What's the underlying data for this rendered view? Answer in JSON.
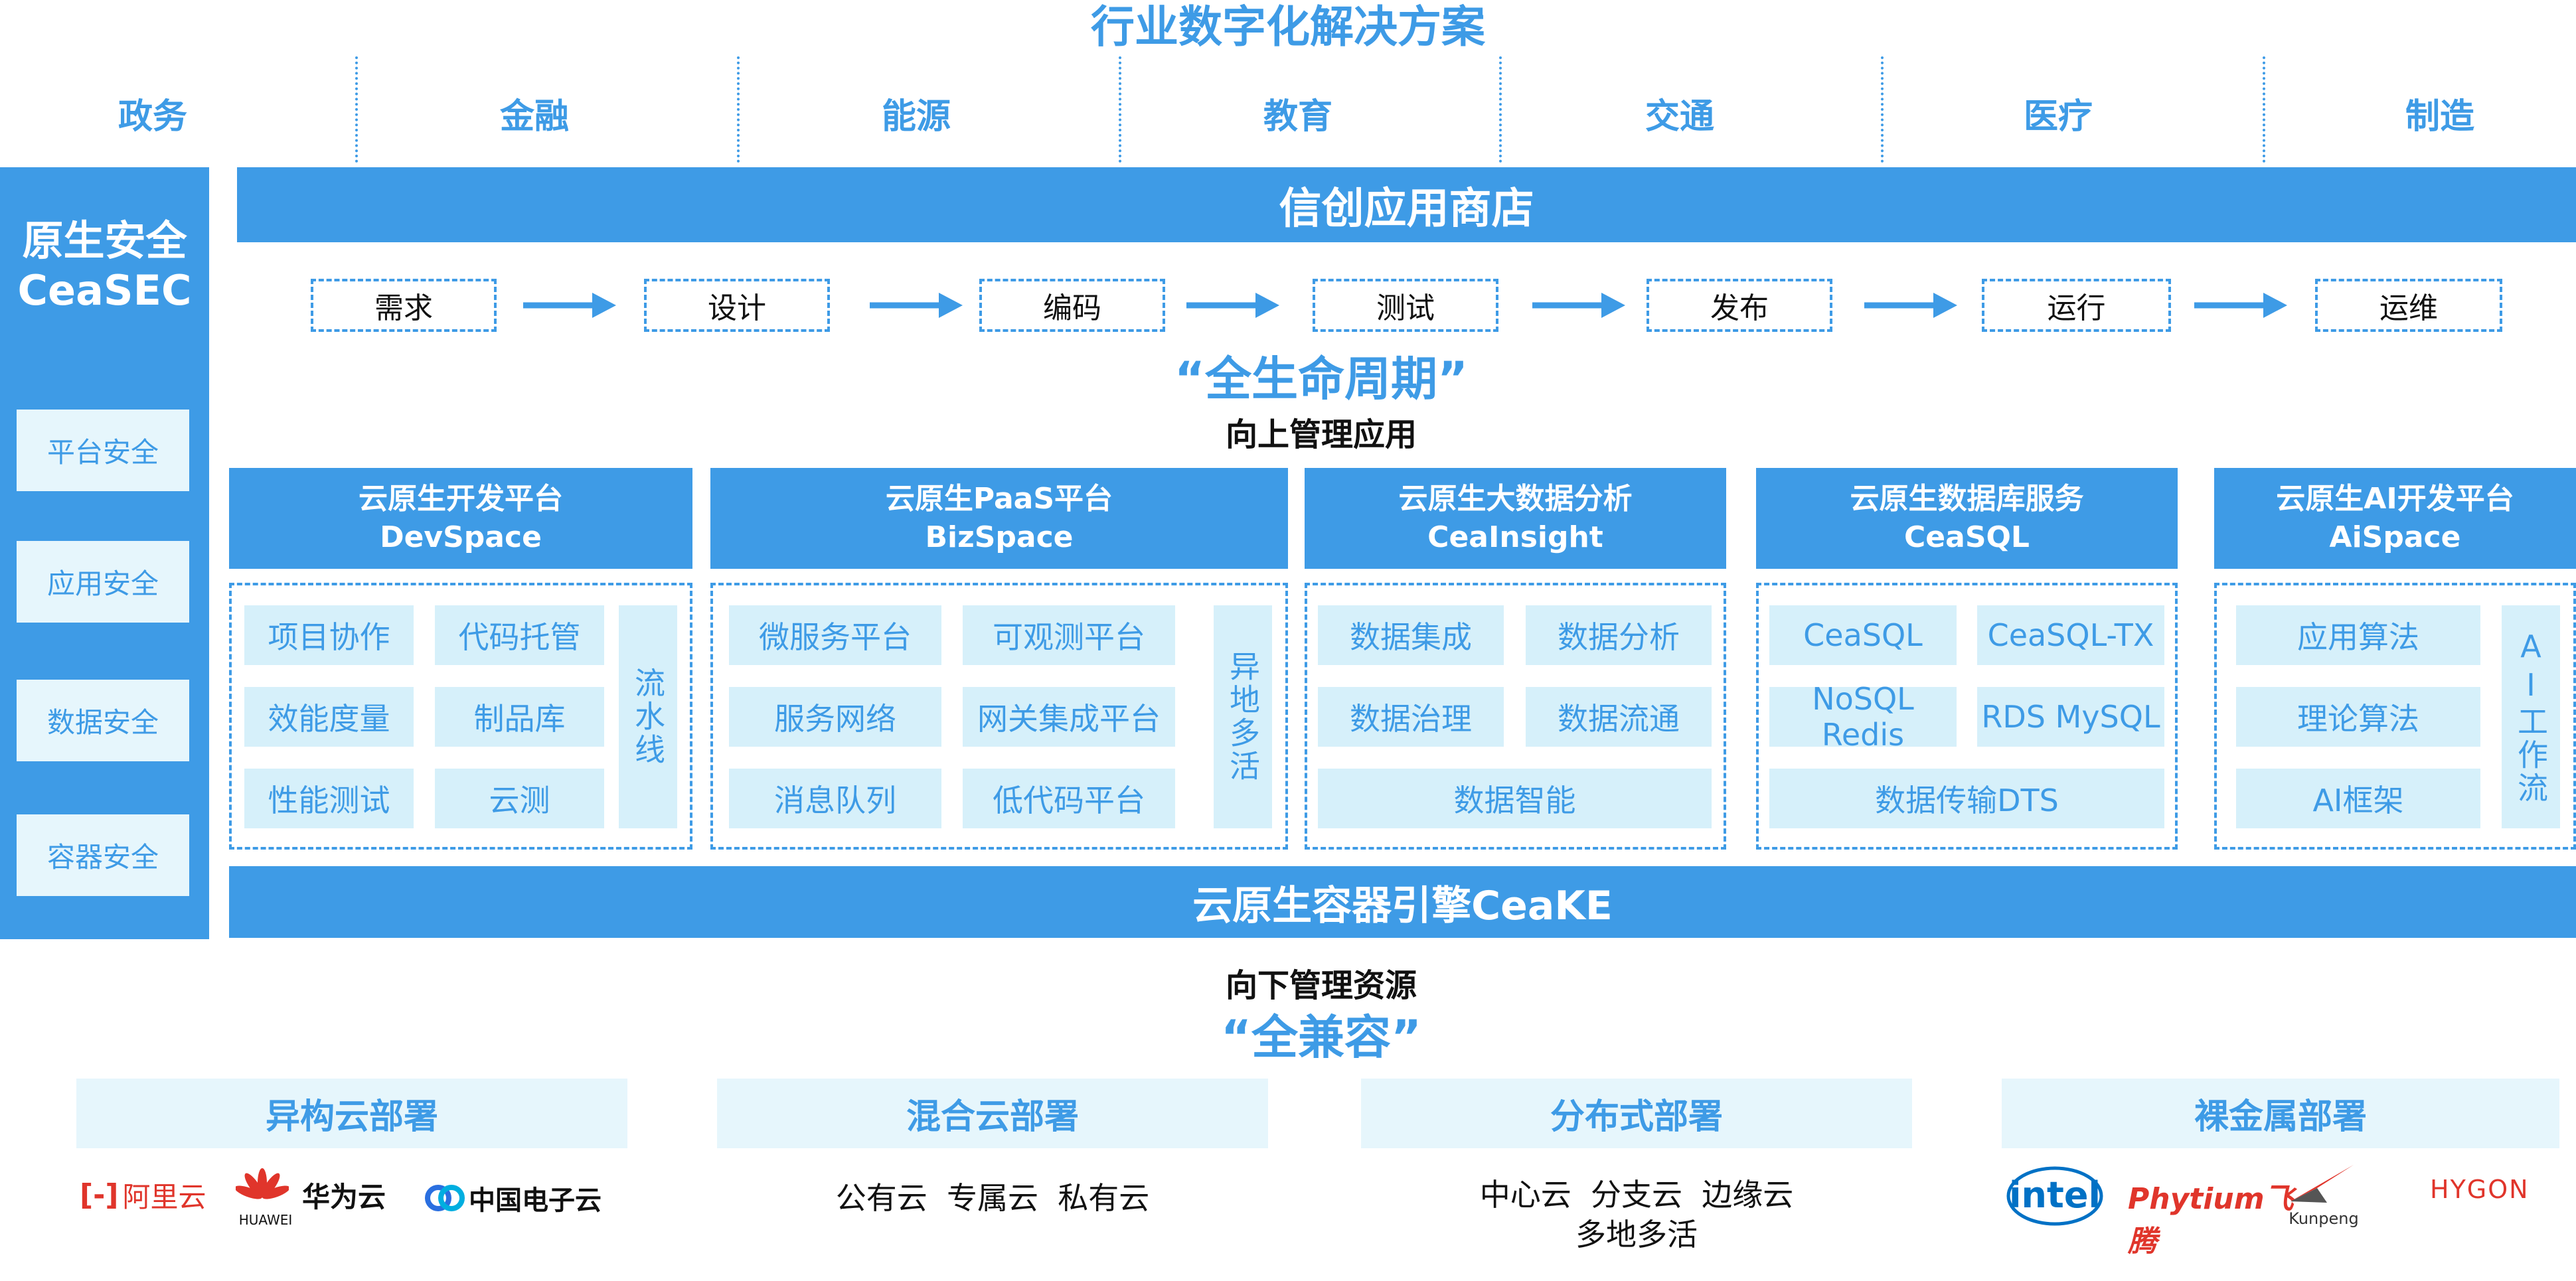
{
  "title": "行业数字化解决方案",
  "industries": [
    "政务",
    "金融",
    "能源",
    "教育",
    "交通",
    "医疗",
    "制造"
  ],
  "security": {
    "title_line1": "原生安全",
    "title_line2": "CeaSEC",
    "items": [
      "平台安全",
      "应用安全",
      "数据安全",
      "容器安全"
    ]
  },
  "store": {
    "title": "信创应用商店"
  },
  "lifecycle": {
    "steps": [
      "需求",
      "设计",
      "编码",
      "测试",
      "发布",
      "运行",
      "运维"
    ],
    "slogan": "“全生命周期”",
    "subtitle": "向上管理应用"
  },
  "platforms": [
    {
      "line1": "云原生开发平台",
      "line2": "DevSpace",
      "modules": [
        "项目协作",
        "代码托管",
        "效能度量",
        "制品库",
        "性能测试",
        "云测"
      ],
      "side": "流水线"
    },
    {
      "line1": "云原生PaaS平台",
      "line2": "BizSpace",
      "modules": [
        "微服务平台",
        "可观测平台",
        "服务网络",
        "网关集成平台",
        "消息队列",
        "低代码平台"
      ],
      "side": "异地多活"
    },
    {
      "line1": "云原生大数据分析",
      "line2": "CeaInsight",
      "modules": [
        "数据集成",
        "数据分析",
        "数据治理",
        "数据流通"
      ],
      "wide": "数据智能"
    },
    {
      "line1": "云原生数据库服务",
      "line2": "CeaSQL",
      "modules": [
        "CeaSQL",
        "CeaSQL-TX",
        "NoSQL Redis",
        "RDS MySQL"
      ],
      "wide": "数据传输DTS"
    },
    {
      "line1": "云原生AI开发平台",
      "line2": "AiSpace",
      "modules": [
        "应用算法",
        "理论算法",
        "AI框架"
      ],
      "side": "AI工作流"
    }
  ],
  "engine": {
    "title": "云原生容器引擎CeaKE"
  },
  "resources": {
    "subtitle": "向下管理资源",
    "slogan": "“全兼容”"
  },
  "deployments": [
    {
      "title": "异构云部署",
      "logos": [
        "阿里云",
        "HUAWEI",
        "华为云",
        "中国电子云"
      ]
    },
    {
      "title": "混合云部署",
      "text": "公有云  专属云  私有云"
    },
    {
      "title": "分布式部署",
      "text1": "中心云  分支云  边缘云",
      "text2": "多地多活"
    },
    {
      "title": "裸金属部署",
      "logos": [
        "intel",
        "Phytium飞腾",
        "Kunpeng",
        "HYGON"
      ]
    }
  ],
  "colors": {
    "accent": "#3e9be6",
    "light": "#d6f0fa",
    "red": "#e0352b"
  }
}
